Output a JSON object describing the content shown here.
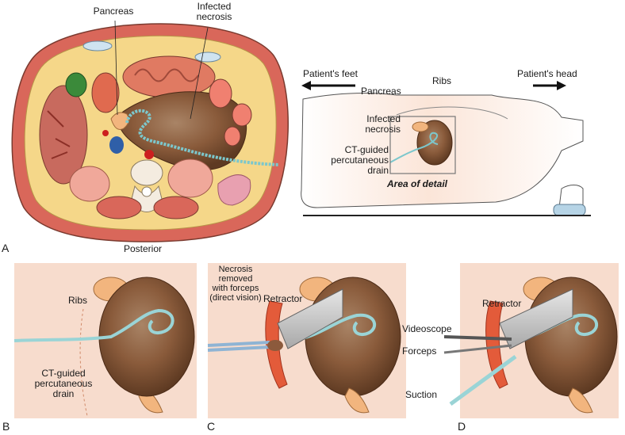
{
  "panel_a": {
    "letter": "A",
    "cross_section": {
      "pancreas": "Pancreas",
      "infected_necrosis": [
        "Infected",
        "necrosis"
      ],
      "posterior": "Posterior"
    },
    "side_view": {
      "patients_feet": "Patient's feet",
      "patients_head": "Patient's head",
      "ribs": "Ribs",
      "pancreas": "Pancreas",
      "infected_necrosis": [
        "Infected",
        "necrosis"
      ],
      "drain": [
        "CT-guided",
        "percutaneous",
        "drain"
      ],
      "area_of_detail": "Area of detail"
    }
  },
  "panel_b": {
    "letter": "B",
    "ribs": "Ribs",
    "drain": [
      "CT-guided",
      "percutaneous",
      "drain"
    ]
  },
  "panel_c": {
    "letter": "C",
    "necrosis_removed": [
      "Necrosis",
      "removed",
      "with forceps",
      "(direct vision)"
    ],
    "retractor": "Retractor"
  },
  "panel_d": {
    "letter": "D",
    "retractor": "Retractor",
    "videoscope": "Videoscope",
    "forceps": "Forceps",
    "suction": "Suction"
  },
  "colors": {
    "skin_fill": "#f6d9c6",
    "fat": "#f5d789",
    "muscle": "#d9675a",
    "necrosis": "#8c5a3c",
    "drain": "#8fd3d6",
    "pancreas": "#f2b57e",
    "panel_bg": "#f7dccd"
  }
}
